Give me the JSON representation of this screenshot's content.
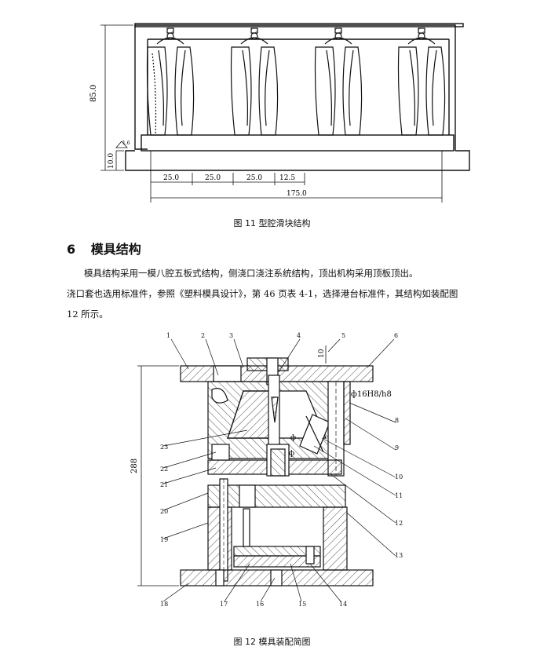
{
  "figure11": {
    "caption": "图 11   型腔滑块结构",
    "dims": {
      "height_total": "85.0",
      "height_base": "10.0",
      "roughness": "1.6",
      "w1": "25.0",
      "w2": "25.0",
      "w3": "25.0",
      "w4": "12.5",
      "width_total": "175.0"
    }
  },
  "section": {
    "number": "6",
    "title": "模具结构"
  },
  "paragraph": {
    "line1": "模具结构采用一模八腔五板式结构，侧浇口浇注系统结构，顶出机构采用顶板顶出。",
    "line2": "浇口套也选用标准件，参照《塑料模具设计》，第 46 页表 4-1，选择港台标准件，其结构如装配图",
    "line3": "12 所示。"
  },
  "figure12": {
    "caption": "图 12    模具装配简图",
    "height_dim": "288",
    "top_dim": "10",
    "fit_note": "ф16H8/h8",
    "inner_note1": "ф",
    "inner_note2": "ф",
    "callouts": [
      "1",
      "2",
      "3",
      "4",
      "5",
      "6",
      "8",
      "9",
      "10",
      "11",
      "12",
      "13",
      "14",
      "15",
      "16",
      "17",
      "18",
      "19",
      "20",
      "21",
      "22",
      "23"
    ]
  }
}
